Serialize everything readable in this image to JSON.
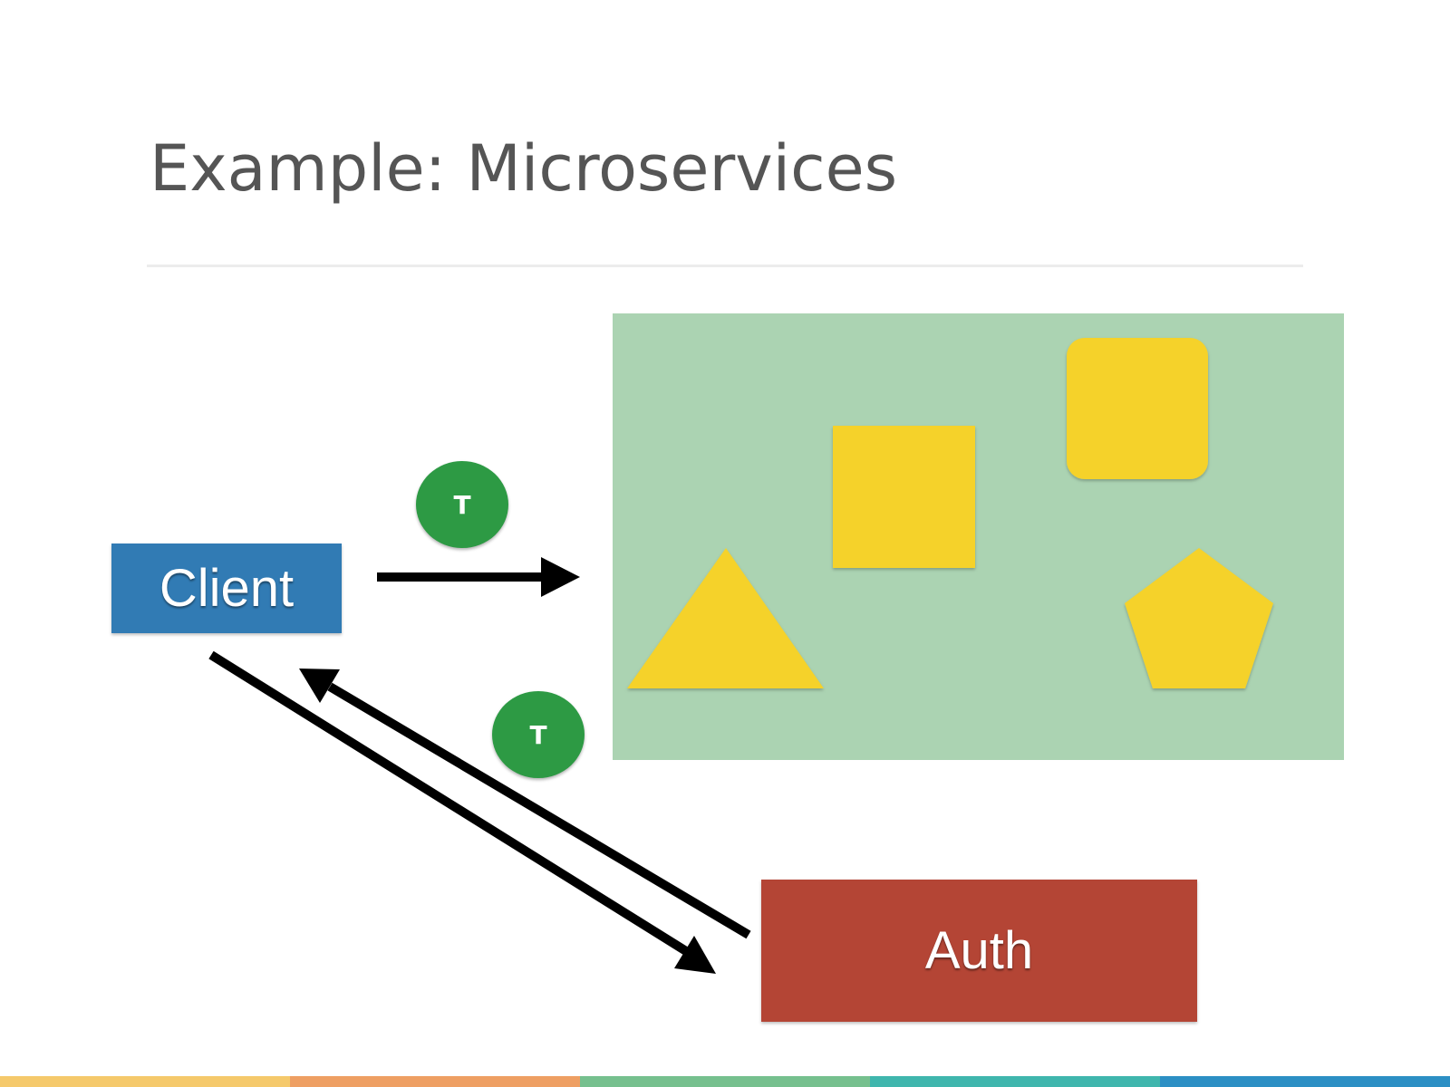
{
  "slide": {
    "title": "Example: Microservices"
  },
  "nodes": {
    "client_label": "Client",
    "auth_label": "Auth",
    "client_color": "#317bb4",
    "auth_color": "#b44535",
    "services_area_color": "#abd3b2",
    "service_shape_color": "#f5d22b"
  },
  "tokens": [
    {
      "label": "T"
    },
    {
      "label": "T"
    }
  ],
  "services": [
    {
      "shape": "square-icon"
    },
    {
      "shape": "rounded-square-icon"
    },
    {
      "shape": "triangle-icon"
    },
    {
      "shape": "pentagon-icon"
    }
  ],
  "footer_colors": [
    "#f5c96b",
    "#ee9f63",
    "#76c08e",
    "#3fb6ad",
    "#2c8fc4"
  ]
}
